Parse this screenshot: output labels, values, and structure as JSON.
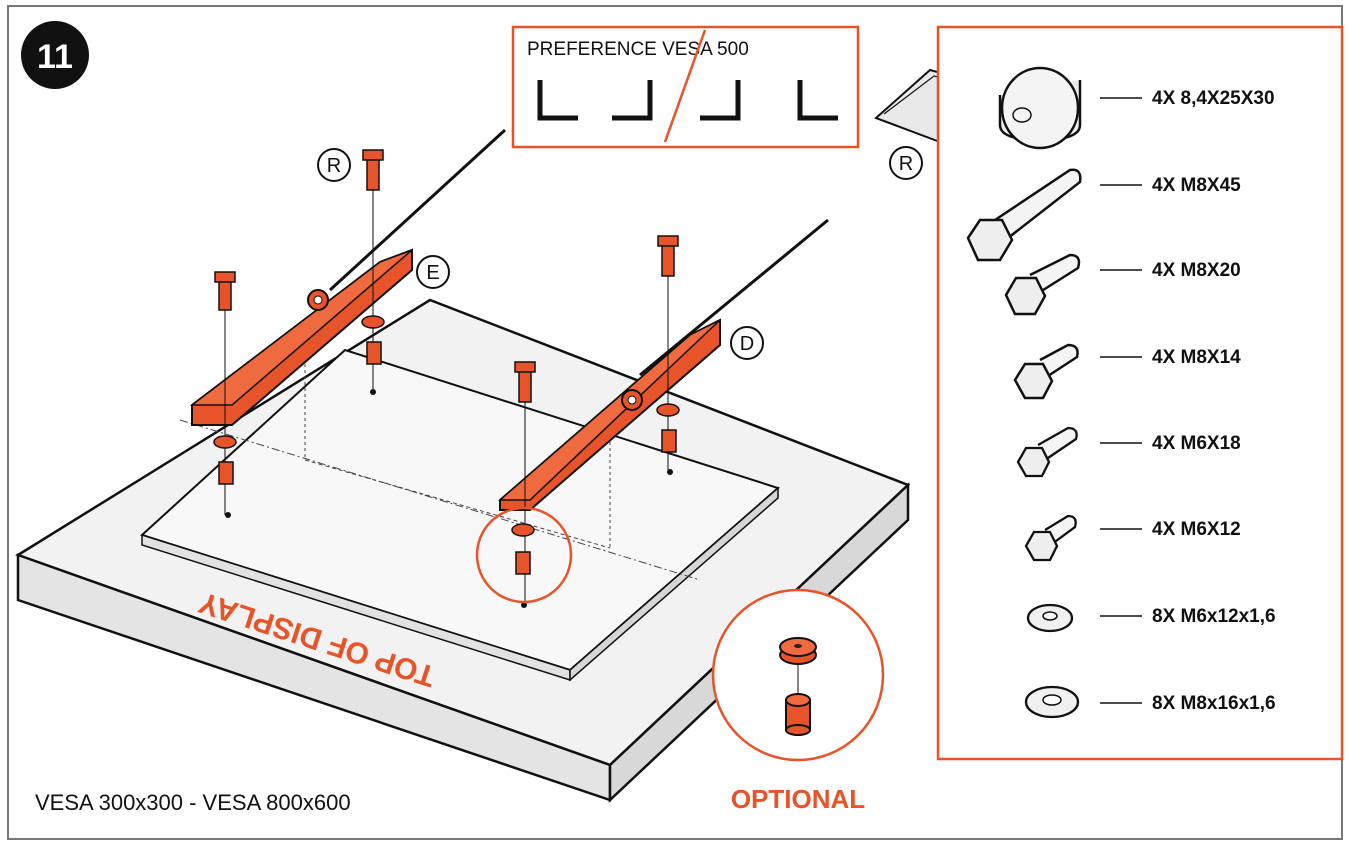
{
  "step": {
    "number": "11"
  },
  "preference": {
    "title": "PREFERENCE VESA 500"
  },
  "refs": {
    "r_label": "R",
    "e_label": "E",
    "d_label": "D"
  },
  "display": {
    "top_label": "TOP OF DISPLAY"
  },
  "vesa_range": "VESA 300x300 - VESA 800x600",
  "optional_label": "OPTIONAL",
  "hardware": [
    {
      "qty_spec": "4X 8,4X25X30",
      "icon": "spacer-icon"
    },
    {
      "qty_spec": "4X M8X45",
      "icon": "bolt-icon"
    },
    {
      "qty_spec": "4X M8X20",
      "icon": "bolt-icon"
    },
    {
      "qty_spec": "4X M8X14",
      "icon": "bolt-icon"
    },
    {
      "qty_spec": "4X M6X18",
      "icon": "bolt-icon"
    },
    {
      "qty_spec": "4X M6X12",
      "icon": "bolt-icon"
    },
    {
      "qty_spec": "8X M6x12x1,6",
      "icon": "washer-icon"
    },
    {
      "qty_spec": "8X M8x16x1,6",
      "icon": "washer-icon"
    }
  ],
  "colors": {
    "accent": "#e8542a",
    "ink": "#111111",
    "panel": "#f3f3f3"
  }
}
